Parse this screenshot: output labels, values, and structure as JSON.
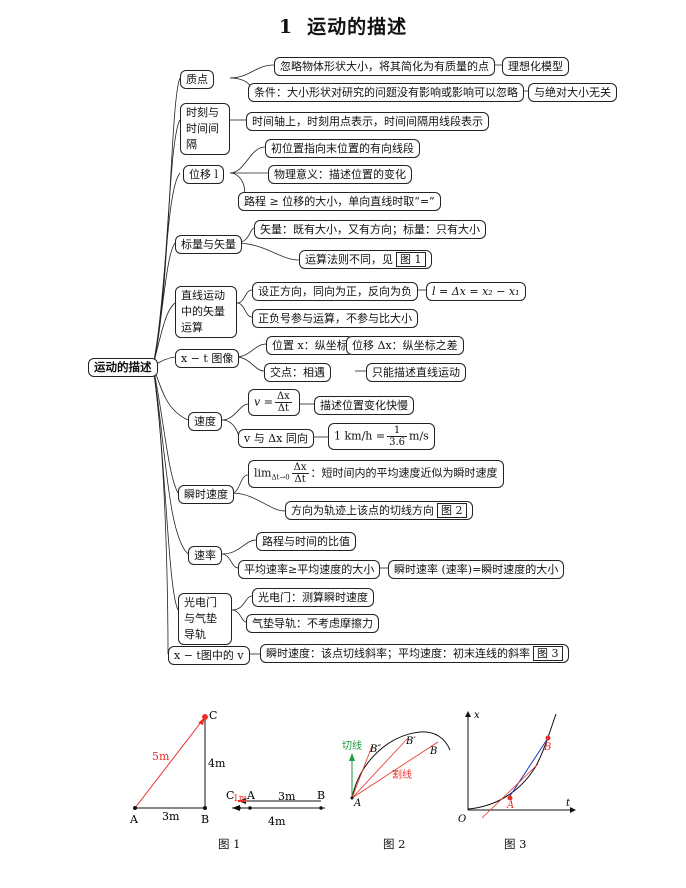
{
  "title": {
    "num": "1",
    "text": "运动的描述"
  },
  "root": "运动的描述",
  "nodes": {
    "zhidian": "质点",
    "zhidian_a": "忽略物体形状大小，将其简化为有质量的点",
    "zhidian_a2": "理想化模型",
    "zhidian_b": "条件：大小形状对研究的问题没有影响或影响可以忽略",
    "zhidian_b2": "与绝对大小无关",
    "shike": "时刻与时间间隔",
    "shike_a": "时间轴上，时刻用点表示，时间间隔用线段表示",
    "weiyi": "位移 l",
    "weiyi_a": "初位置指向末位置的有向线段",
    "weiyi_b": "物理意义：描述位置的变化",
    "weiyi_c": "路程 ≥ 位移的大小，单向直线时取“=”",
    "biaoliang": "标量与矢量",
    "biaoliang_a": "矢量：既有大小，又有方向；标量：只有大小",
    "biaoliang_b": "运算法则不同，见",
    "biaoliang_b_ref": "图 1",
    "zhixian": "直线运动中的矢量运算",
    "zhixian_a": "设正方向，同向为正，反向为负",
    "zhixian_a2": "l = Δx = x₂ − x₁",
    "zhixian_b": "正负号参与运算，不参与比大小",
    "xt": "x − t 图像",
    "xt_a": "位置 x：纵坐标",
    "xt_a2": "位移 Δx：纵坐标之差",
    "xt_b": "交点：相遇",
    "xt_b2": "只能描述直线运动",
    "sudu": "速度",
    "sudu_a_lhs": "v =",
    "sudu_a_num": "Δx",
    "sudu_a_den": "Δt",
    "sudu_a2": "描述位置变化快慢",
    "sudu_b": "v 与 Δx 同向",
    "sudu_b2_lhs": "1 km/h =",
    "sudu_b2_num": "1",
    "sudu_b2_den": "3.6",
    "sudu_b2_unit": "m/s",
    "shunshi": "瞬时速度",
    "shunshi_a_lim": "lim",
    "shunshi_a_sub": "Δt→0",
    "shunshi_a_num": "Δx",
    "shunshi_a_den": "Δt",
    "shunshi_a_text": "：短时间内的平均速度近似为瞬时速度",
    "shunshi_b": "方向为轨迹上该点的切线方向",
    "shunshi_b_ref": "图 2",
    "sulv": "速率",
    "sulv_a": "路程与时间的比值",
    "sulv_b": "平均速率≥平均速度的大小",
    "sulv_b2": "瞬时速率 (速率)=瞬时速度的大小",
    "guangdian": "光电门与气垫导轨",
    "guangdian_a": "光电门：测算瞬时速度",
    "guangdian_b": "气垫导轨：不考虑摩擦力",
    "xtv": "x − t图中的 v",
    "xtv_a": "瞬时速度：该点切线斜率；平均速度：初末连线的斜率",
    "xtv_a_ref": "图 3"
  },
  "figures": {
    "fig1": {
      "caption": "图 1",
      "labels": {
        "A": "A",
        "B": "B",
        "C": "C",
        "AB": "3m",
        "BC": "4m",
        "AC": "5m"
      },
      "line2": {
        "C": "C",
        "CA": "1m",
        "A": "A",
        "B": "B",
        "AB": "3m",
        "total": "4m"
      }
    },
    "fig2": {
      "caption": "图 2",
      "labels": {
        "A": "A",
        "B": "B",
        "B1": "B′",
        "B2": "B″",
        "tangent": "切线",
        "secant": "割线"
      }
    },
    "fig3": {
      "caption": "图 3",
      "labels": {
        "x": "x",
        "t": "t",
        "O": "O",
        "A": "A",
        "B": "B"
      }
    }
  },
  "colors": {
    "red": "#e8302a",
    "green": "#1a9a3a",
    "blue": "#2233cc"
  }
}
